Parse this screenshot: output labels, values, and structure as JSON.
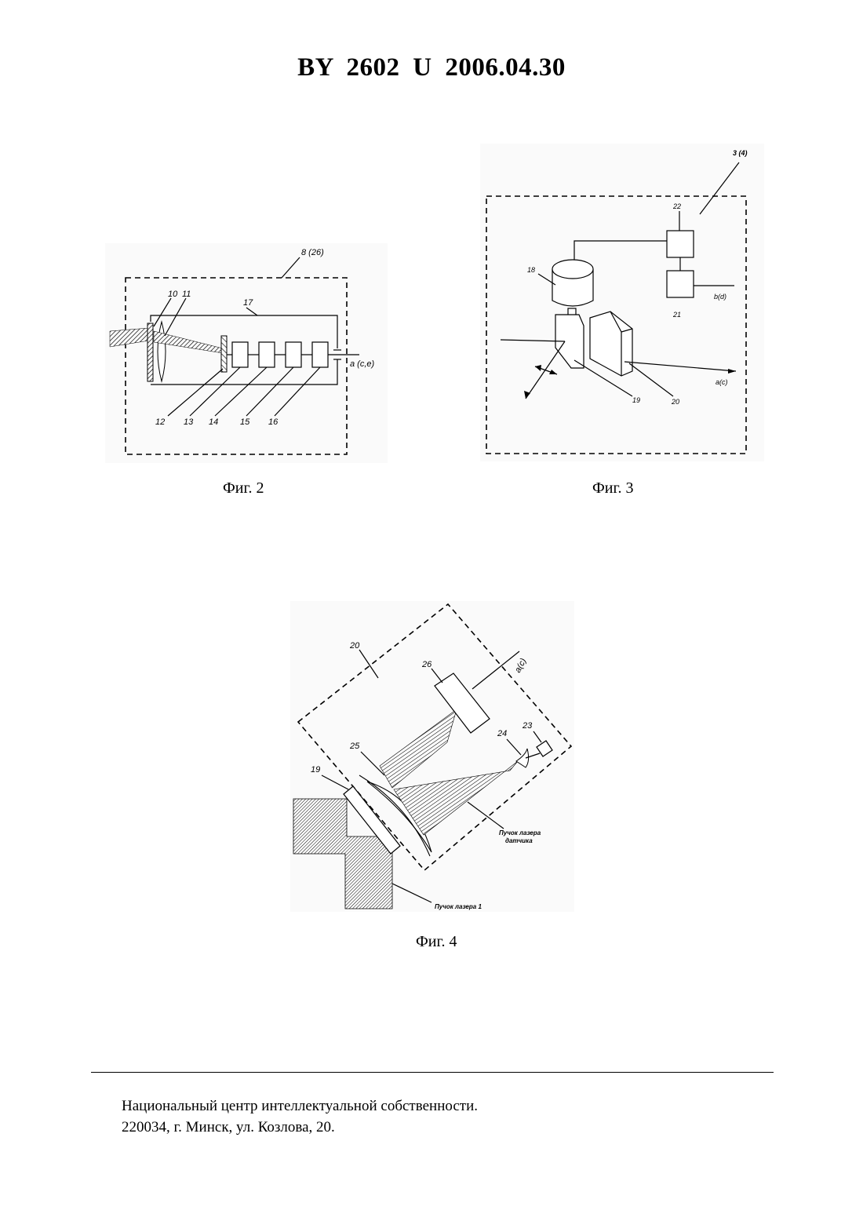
{
  "document": {
    "header": "BY 2602 U 2006.04.30"
  },
  "fig2": {
    "caption": "Фиг. 2",
    "labels": {
      "block": "8 (26)",
      "n10": "10",
      "n11": "11",
      "n17": "17",
      "n12": "12",
      "n13": "13",
      "n14": "14",
      "n15": "15",
      "n16": "16",
      "output": "a (c,e)"
    }
  },
  "fig3": {
    "caption": "Фиг. 3",
    "labels": {
      "block": "3 (4)",
      "n22": "22",
      "n18": "18",
      "n21": "21",
      "input": "b(d)",
      "output": "a(c)",
      "n19": "19",
      "n20": "20"
    }
  },
  "fig4": {
    "caption": "Фиг. 4",
    "labels": {
      "block": "20",
      "n26": "26",
      "output": "a(c)",
      "n24": "24",
      "n23": "23",
      "n25": "25",
      "n19": "19",
      "sensor_beam_line1": "Пучок лазера",
      "sensor_beam_line2": "датчика",
      "laser_beam": "Пучок лазера 1"
    }
  },
  "footer": {
    "line1": "Национальный центр интеллектуальной собственности.",
    "line2": "220034, г. Минск, ул. Козлова, 20."
  }
}
